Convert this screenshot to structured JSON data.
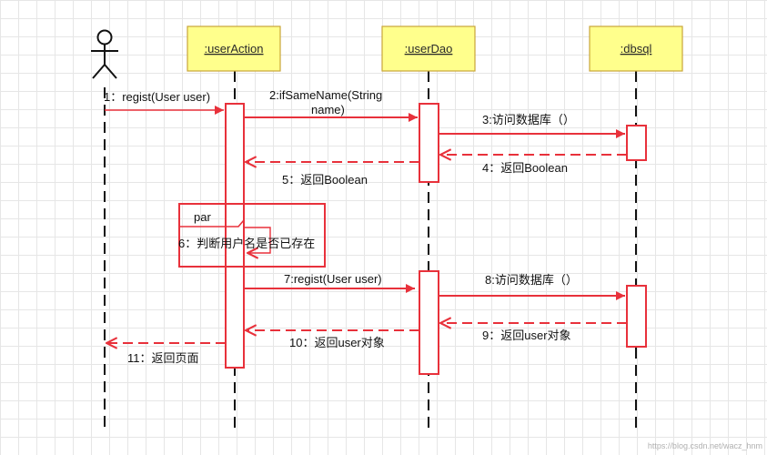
{
  "diagram": {
    "objects": {
      "user_action": ":userAction",
      "user_dao": ":userDao",
      "dbsql": ":dbsql"
    },
    "fragment": {
      "operator": "par",
      "note": "6：判断用户名是否已存在"
    },
    "messages": {
      "m1": "1：regist(User user)",
      "m2_line1": "2:ifSameName(String",
      "m2_line2": "name)",
      "m3": "3:访问数据库（）",
      "m4": "4：返回Boolean",
      "m5": "5：返回Boolean",
      "m7": "7:regist(User user)",
      "m8": "8:访问数据库（）",
      "m9": "9：返回user对象",
      "m10": "10：返回user对象",
      "m11": "11：返回页面"
    },
    "watermark": "https://blog.csdn.net/wacz_hnm"
  },
  "colors": {
    "object_fill": "#ffff8c",
    "object_border": "#c9a53a",
    "message": "#e8313b",
    "lifeline": "#111111",
    "grid": "#e6e6e6"
  }
}
